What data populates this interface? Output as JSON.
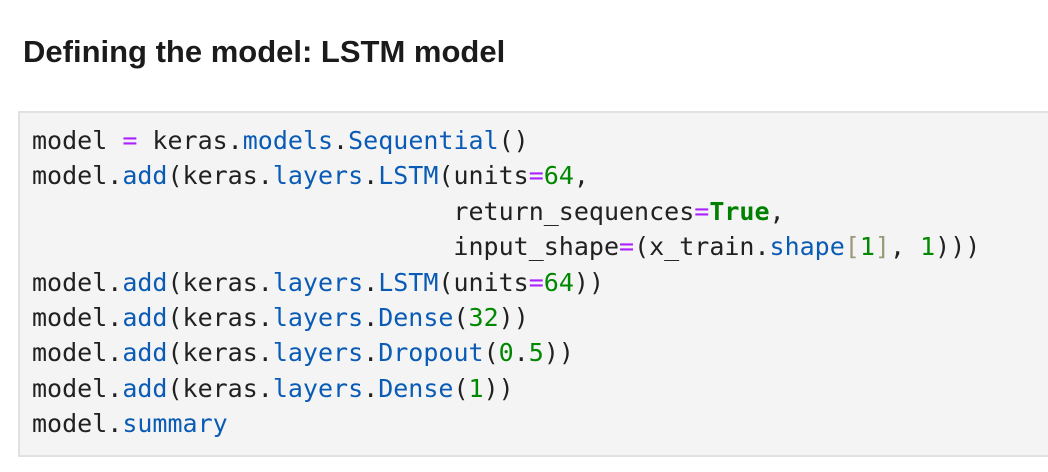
{
  "page": {
    "background": "#ffffff"
  },
  "heading": {
    "text": "Defining the model: LSTM model",
    "color": "#1b1b1b"
  },
  "code_block": {
    "language": "python",
    "background": "#f4f4f4",
    "border_color": "#e1e1e1",
    "token_colors": {
      "default": "#212121",
      "property": "#0a5bb5",
      "operator": "#aa22ff",
      "number": "#008800",
      "keyword": "#008000",
      "bracket": "#999977"
    },
    "plain_text": "model = keras.models.Sequential()\nmodel.add(keras.layers.LSTM(units=64,\n                            return_sequences=True,\n                            input_shape=(x_train.shape[1], 1)))\nmodel.add(keras.layers.LSTM(units=64))\nmodel.add(keras.layers.Dense(32))\nmodel.add(keras.layers.Dropout(0.5))\nmodel.add(keras.layers.Dense(1))\nmodel.summary",
    "lines": [
      [
        {
          "t": "model ",
          "s": "d"
        },
        {
          "t": "=",
          "s": "o"
        },
        {
          "t": " keras.",
          "s": "d"
        },
        {
          "t": "models",
          "s": "p"
        },
        {
          "t": ".",
          "s": "d"
        },
        {
          "t": "Sequential",
          "s": "p"
        },
        {
          "t": "()",
          "s": "d"
        }
      ],
      [
        {
          "t": "model.",
          "s": "d"
        },
        {
          "t": "add",
          "s": "p"
        },
        {
          "t": "(keras.",
          "s": "d"
        },
        {
          "t": "layers",
          "s": "p"
        },
        {
          "t": ".",
          "s": "d"
        },
        {
          "t": "LSTM",
          "s": "p"
        },
        {
          "t": "(units",
          "s": "d"
        },
        {
          "t": "=",
          "s": "o"
        },
        {
          "t": "64",
          "s": "n"
        },
        {
          "t": ",",
          "s": "d"
        }
      ],
      [
        {
          "t": "                            return_sequences",
          "s": "d"
        },
        {
          "t": "=",
          "s": "o"
        },
        {
          "t": "True",
          "s": "k"
        },
        {
          "t": ",",
          "s": "d"
        }
      ],
      [
        {
          "t": "                            input_shape",
          "s": "d"
        },
        {
          "t": "=",
          "s": "o"
        },
        {
          "t": "(x_train.",
          "s": "d"
        },
        {
          "t": "shape",
          "s": "p"
        },
        {
          "t": "[",
          "s": "b"
        },
        {
          "t": "1",
          "s": "n"
        },
        {
          "t": "]",
          "s": "b"
        },
        {
          "t": ", ",
          "s": "d"
        },
        {
          "t": "1",
          "s": "n"
        },
        {
          "t": ")))",
          "s": "d"
        }
      ],
      [
        {
          "t": "model.",
          "s": "d"
        },
        {
          "t": "add",
          "s": "p"
        },
        {
          "t": "(keras.",
          "s": "d"
        },
        {
          "t": "layers",
          "s": "p"
        },
        {
          "t": ".",
          "s": "d"
        },
        {
          "t": "LSTM",
          "s": "p"
        },
        {
          "t": "(units",
          "s": "d"
        },
        {
          "t": "=",
          "s": "o"
        },
        {
          "t": "64",
          "s": "n"
        },
        {
          "t": "))",
          "s": "d"
        }
      ],
      [
        {
          "t": "model.",
          "s": "d"
        },
        {
          "t": "add",
          "s": "p"
        },
        {
          "t": "(keras.",
          "s": "d"
        },
        {
          "t": "layers",
          "s": "p"
        },
        {
          "t": ".",
          "s": "d"
        },
        {
          "t": "Dense",
          "s": "p"
        },
        {
          "t": "(",
          "s": "d"
        },
        {
          "t": "32",
          "s": "n"
        },
        {
          "t": "))",
          "s": "d"
        }
      ],
      [
        {
          "t": "model.",
          "s": "d"
        },
        {
          "t": "add",
          "s": "p"
        },
        {
          "t": "(keras.",
          "s": "d"
        },
        {
          "t": "layers",
          "s": "p"
        },
        {
          "t": ".",
          "s": "d"
        },
        {
          "t": "Dropout",
          "s": "p"
        },
        {
          "t": "(",
          "s": "d"
        },
        {
          "t": "0",
          "s": "n"
        },
        {
          "t": ".",
          "s": "d"
        },
        {
          "t": "5",
          "s": "n"
        },
        {
          "t": "))",
          "s": "d"
        }
      ],
      [
        {
          "t": "model.",
          "s": "d"
        },
        {
          "t": "add",
          "s": "p"
        },
        {
          "t": "(keras.",
          "s": "d"
        },
        {
          "t": "layers",
          "s": "p"
        },
        {
          "t": ".",
          "s": "d"
        },
        {
          "t": "Dense",
          "s": "p"
        },
        {
          "t": "(",
          "s": "d"
        },
        {
          "t": "1",
          "s": "n"
        },
        {
          "t": "))",
          "s": "d"
        }
      ],
      [
        {
          "t": "model.",
          "s": "d"
        },
        {
          "t": "summary",
          "s": "p"
        }
      ]
    ]
  }
}
